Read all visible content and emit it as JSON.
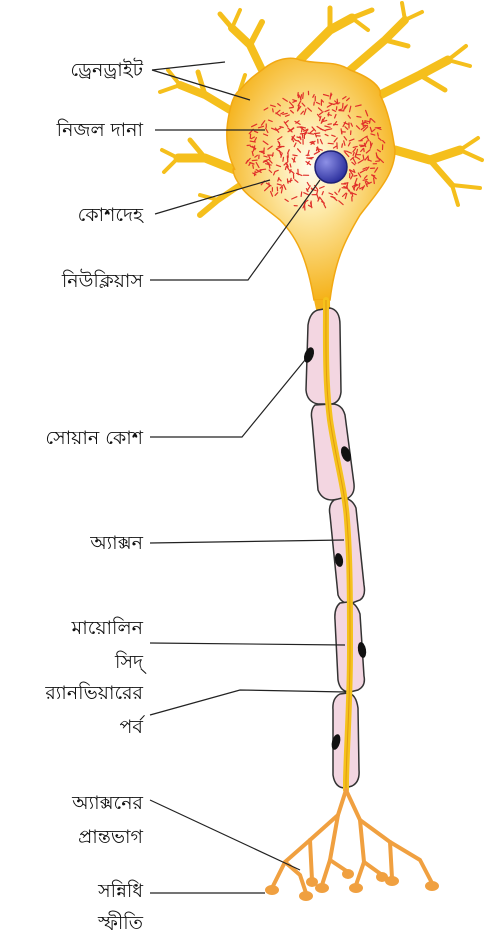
{
  "labels": {
    "dendrite": "ড্রেনড্রাইট",
    "nissl": "নিজল দানা",
    "cell_body": "কোশদেহ",
    "nucleus": "নিউক্লিয়াস",
    "schwann": "সোয়ান কোশ",
    "axon": "অ্যাক্সন",
    "myelin_1": "মায়োলিন",
    "myelin_2": "সিদ্",
    "ranvier_1": "র‍্যানভিয়ারের",
    "ranvier_2": "পর্ব",
    "terminal_1": "অ্যাক্সনের",
    "terminal_2": "প্রান্তভাগ",
    "synaptic_1": "সন্নিধি",
    "synaptic_2": "স্ফীতি"
  },
  "colors": {
    "soma_center": "#fffbe6",
    "soma_outer": "#f5b21a",
    "dendrite": "#f7c21f",
    "granule": "#e0302a",
    "nucleus": "#3a3fb8",
    "schwann_fill": "#f1d4df",
    "schwann_nucleus": "#111111",
    "axon_terminal": "#f0a040",
    "line": "#222222"
  }
}
